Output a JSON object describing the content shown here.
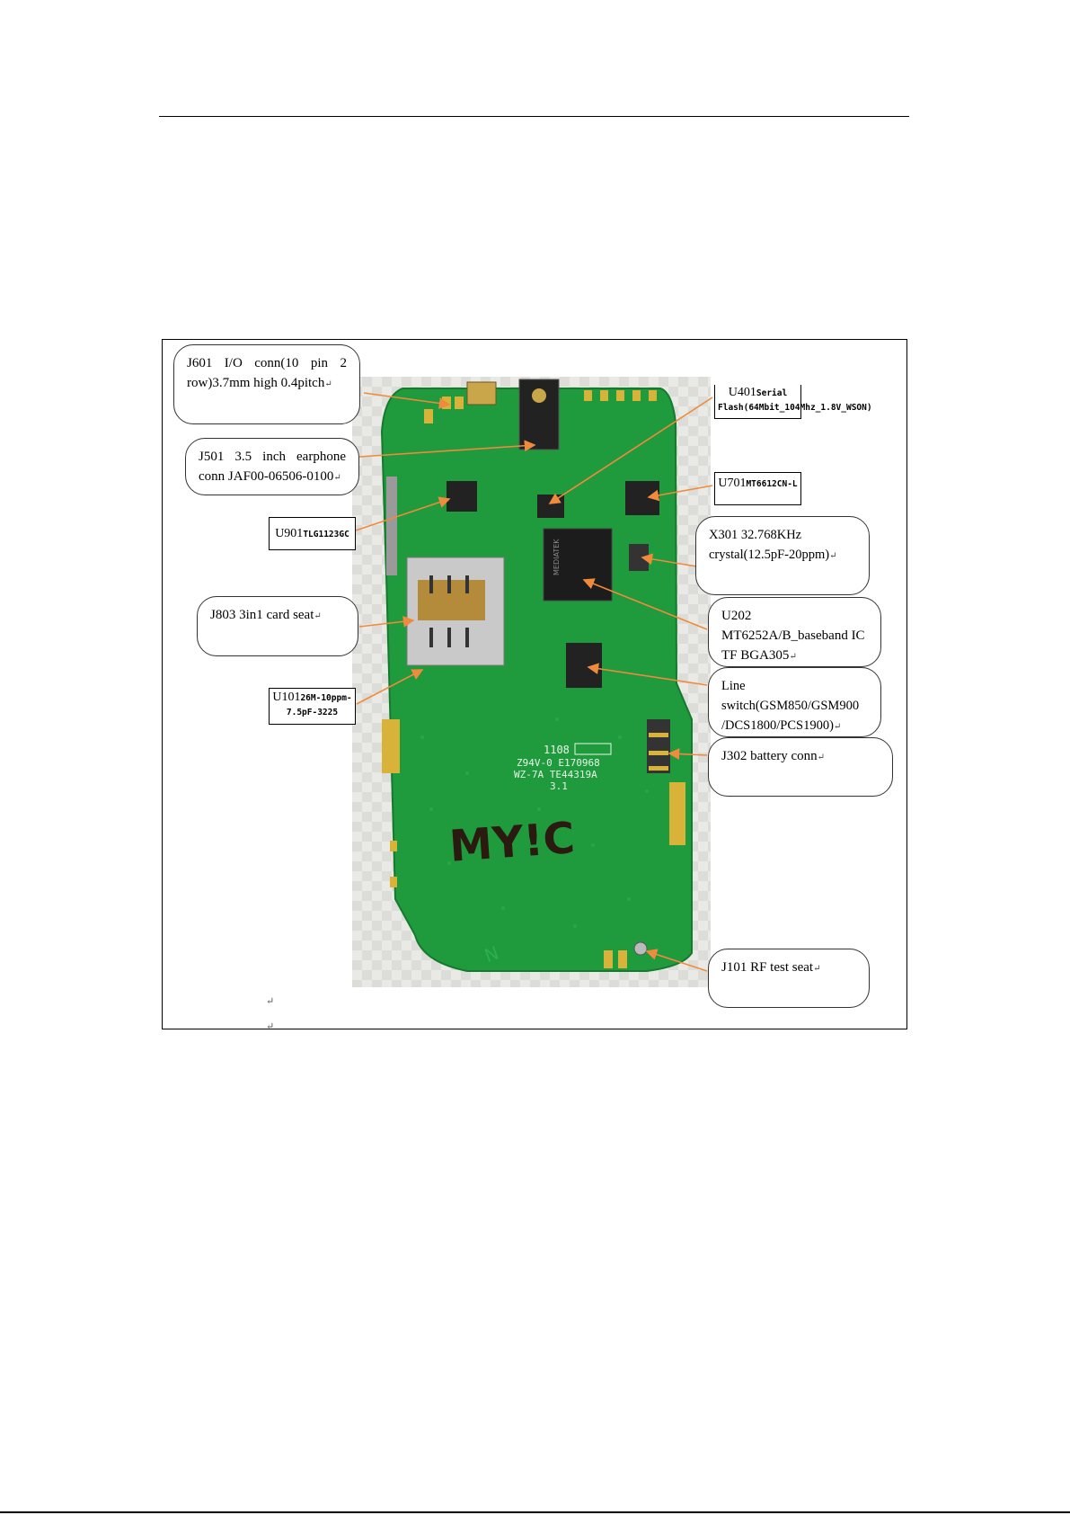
{
  "figure": {
    "callouts": {
      "j601": "J601 I/O conn(10 pin 2 row)3.7mm high 0.4pitch",
      "j501": "J501 3.5 inch earphone conn JAF00-06506-0100",
      "j803": "J803 3in1 card seat",
      "x301": "X301 32.768KHz crystal(12.5pF-20ppm)",
      "u202": "U202 MT6252A/B_baseband IC TF BGA305",
      "line_switch": "Line switch(GSM850/GSM900 /DCS1800/PCS1900)",
      "j302": "J302 battery conn",
      "j101": "J101 RF test seat"
    },
    "labels": {
      "u401_ref": "U401",
      "u401_part": "Serial Flash(64Mbit_104Mhz_1.8V_WSON)",
      "u701_ref": "U701",
      "u701_part": "MT6612CN-L",
      "u901_ref": "U901",
      "u901_part": "TLG1123GC",
      "u101_ref": "U101",
      "u101_part": "26M-10ppm-7.5pF-3225"
    },
    "board_markings": {
      "handwritten": "MY!C",
      "line1": "Z94V-0 E170968",
      "line2": "WZ-7A TE44319A",
      "line3": "3.1",
      "code": "1108",
      "chip": "MEDIATEK",
      "corner": "N"
    },
    "return_mark": "↵"
  }
}
